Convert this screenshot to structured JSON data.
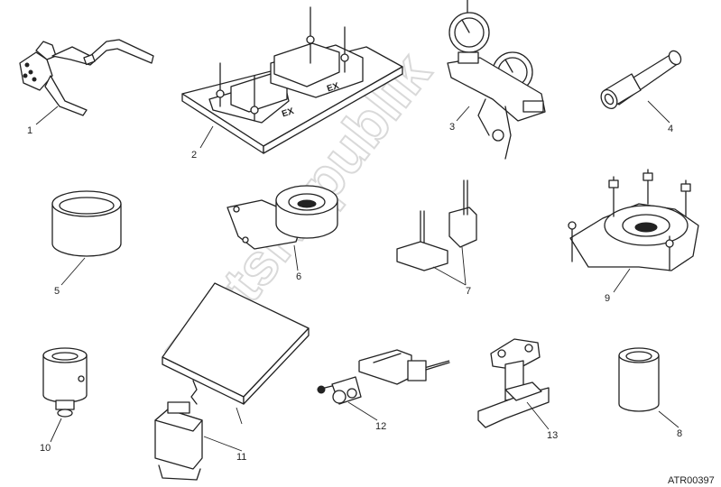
{
  "diagram": {
    "watermark": "PartsRepublik",
    "reference_code": "ATR00397",
    "callouts": [
      "1",
      "2",
      "3",
      "4",
      "5",
      "6",
      "7",
      "8",
      "9",
      "10",
      "11",
      "12",
      "13"
    ],
    "parts": [
      {
        "callout": "1",
        "icon": "camshaft-holder-tool-icon"
      },
      {
        "callout": "2",
        "icon": "valve-spring-base-plate-icon",
        "labels": [
          "EX",
          "EX"
        ]
      },
      {
        "callout": "3",
        "icon": "dial-gauge-holder-icon"
      },
      {
        "callout": "4",
        "icon": "socket-wrench-icon"
      },
      {
        "callout": "5",
        "icon": "sleeve-ring-icon"
      },
      {
        "callout": "6",
        "icon": "pulley-holder-icon"
      },
      {
        "callout": "7",
        "icon": "pin-tool-set-icon"
      },
      {
        "callout": "8",
        "icon": "bushing-sleeve-icon"
      },
      {
        "callout": "9",
        "icon": "flywheel-puller-icon"
      },
      {
        "callout": "10",
        "icon": "seal-installer-icon"
      },
      {
        "callout": "11",
        "icon": "work-tray-and-magnet-icon"
      },
      {
        "callout": "12",
        "icon": "timing-arm-tool-icon"
      },
      {
        "callout": "13",
        "icon": "support-stand-icon"
      }
    ]
  }
}
